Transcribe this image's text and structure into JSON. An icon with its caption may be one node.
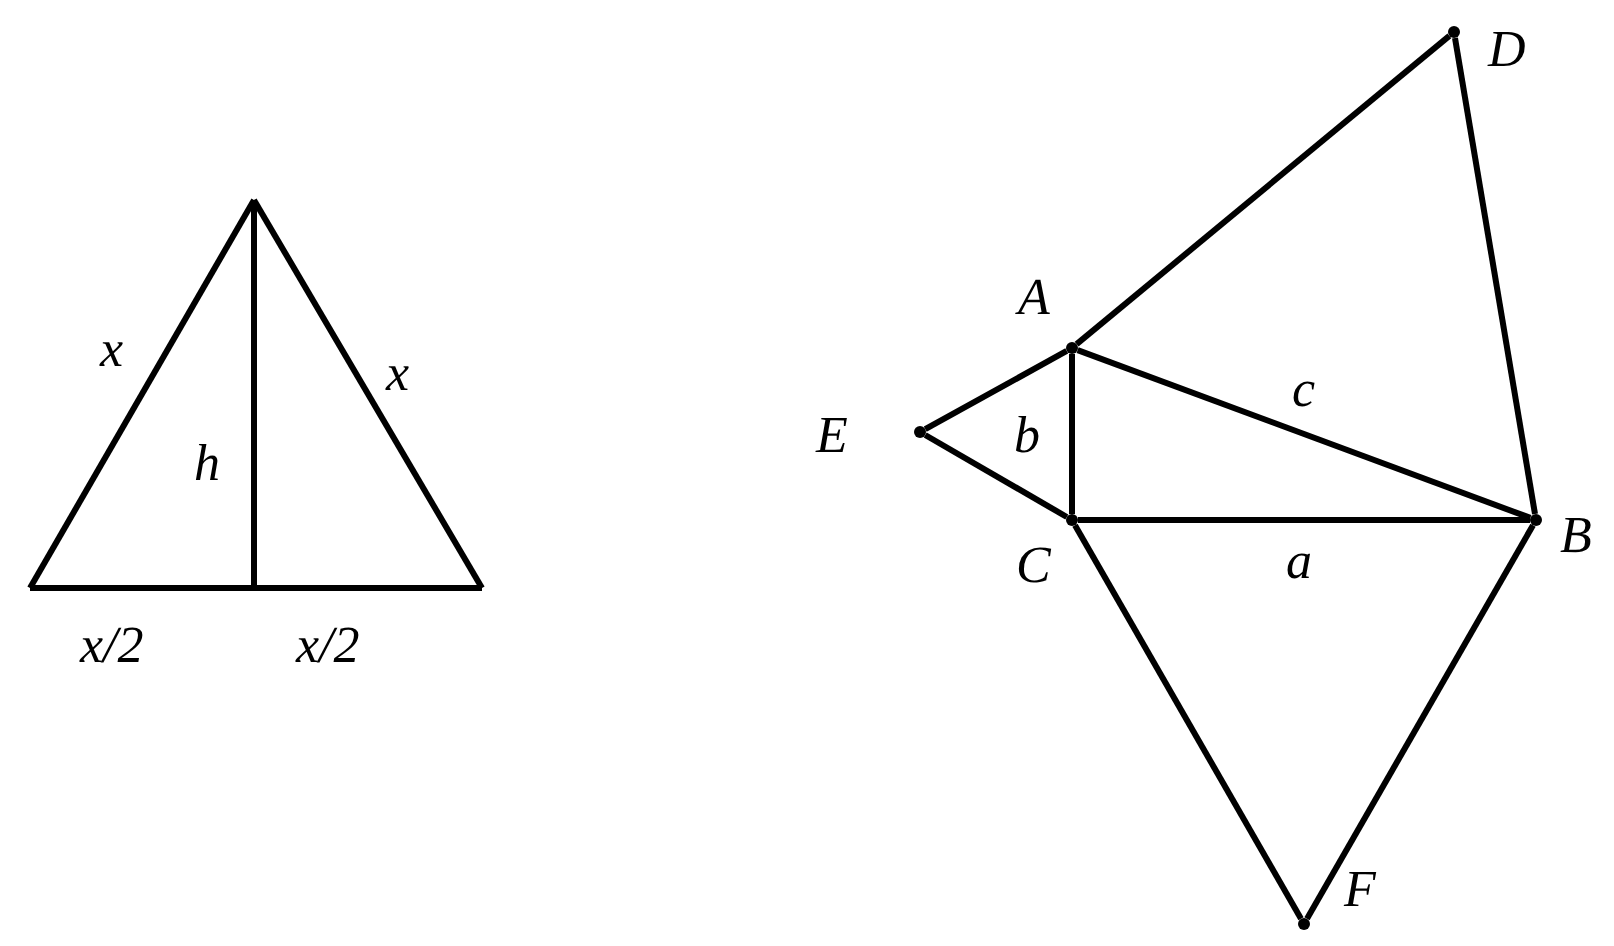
{
  "diagram": {
    "nodes": [
      {
        "text": [
          "A"
        ]
      },
      {
        "text": [
          "D"
        ]
      },
      {
        "text": [
          "E"
        ]
      },
      {
        "text": [
          "C"
        ]
      },
      {
        "text": [
          "B"
        ]
      },
      {
        "text": [
          "F"
        ]
      }
    ],
    "edges": [
      {
        "from": 0,
        "to": 1,
        "arrow": "none"
      },
      {
        "from": 1,
        "to": 4,
        "arrow": "none"
      },
      {
        "from": 0,
        "to": 4,
        "arrow": "none",
        "label": "c"
      },
      {
        "from": 0,
        "to": 3,
        "arrow": "none",
        "label": "b"
      },
      {
        "from": 3,
        "to": 4,
        "arrow": "none",
        "label": "a"
      },
      {
        "from": 0,
        "to": 2,
        "arrow": "none"
      },
      {
        "from": 2,
        "to": 3,
        "arrow": "none"
      },
      {
        "from": 3,
        "to": 5,
        "arrow": "none"
      },
      {
        "from": 5,
        "to": 4,
        "arrow": "none"
      }
    ],
    "labels": [
      "x",
      "x",
      "h",
      "x/2",
      "x/2"
    ]
  }
}
